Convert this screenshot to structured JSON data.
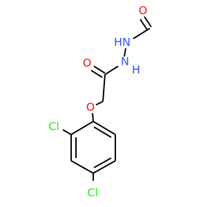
{
  "molecule": {
    "atoms": {
      "formyl_oxygen": {
        "symbol": "O",
        "color": "#ff0d0d"
      },
      "hydrazide_n1": {
        "symbol": "N",
        "h_label": "H",
        "color": "#3050f8"
      },
      "hydrazide_n2": {
        "symbol": "N",
        "h_label": "H",
        "color": "#3050f8"
      },
      "carbonyl_oxygen": {
        "symbol": "O",
        "color": "#ff0d0d"
      },
      "ether_oxygen": {
        "symbol": "O",
        "color": "#ff0d0d"
      },
      "chlorine_ortho": {
        "symbol": "Cl",
        "color": "#1ff01f"
      },
      "chlorine_para": {
        "symbol": "Cl",
        "color": "#1ff01f"
      }
    },
    "bond_color": "#000000"
  }
}
